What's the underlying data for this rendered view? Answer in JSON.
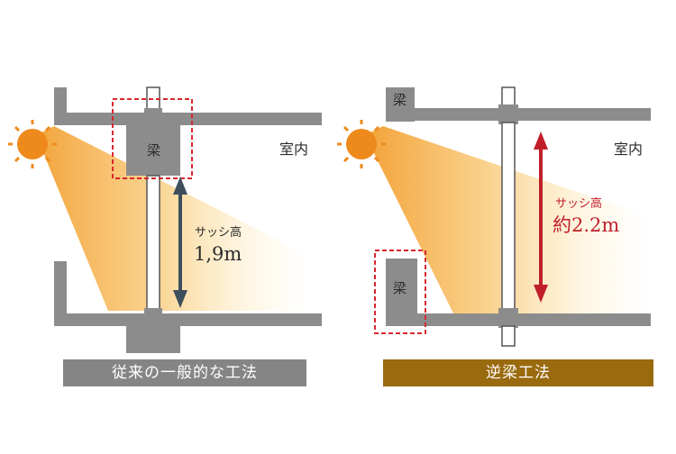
{
  "colors": {
    "wall": "#8c8c8c",
    "sun": "#ee8a1c",
    "light": "#f5b14a",
    "dash": "#d9262e",
    "arrow_left": "#3e4e5c",
    "arrow_right": "#c01f2a",
    "caption_left": "#858585",
    "caption_right": "#9a6a0e"
  },
  "left": {
    "beam_label": "梁",
    "room_label": "室内",
    "sash_label": "サッシ高",
    "sash_value": "1,9m",
    "caption": "従来の一般的な工法",
    "arrow_color": "#3e4e5c"
  },
  "right": {
    "beam_top_label": "梁",
    "beam_bottom_label": "梁",
    "room_label": "室内",
    "sash_label": "サッシ高",
    "sash_value": "約2.2m",
    "caption": "逆梁工法",
    "arrow_color": "#c01f2a"
  }
}
